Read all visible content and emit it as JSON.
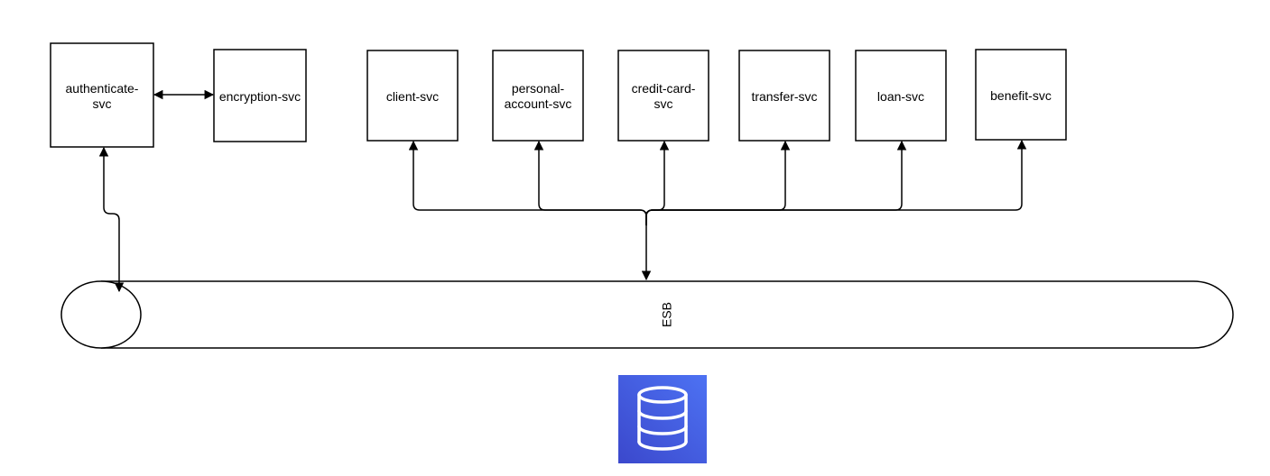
{
  "diagram": {
    "services": {
      "authenticate": {
        "line1": "authenticate-",
        "line2": "svc"
      },
      "encryption": {
        "label": "encryption-svc"
      },
      "client": {
        "label": "client-svc"
      },
      "personal_account": {
        "line1": "personal-",
        "line2": "account-svc"
      },
      "credit_card": {
        "line1": "credit-card-",
        "line2": "svc"
      },
      "transfer": {
        "label": "transfer-svc"
      },
      "loan": {
        "label": "loan-svc"
      },
      "benefit": {
        "label": "benefit-svc"
      }
    },
    "bus": {
      "label": "ESB"
    },
    "database": {
      "icon": "database-icon",
      "color_top": "#4d72f3",
      "color_bottom": "#3b48cc"
    }
  }
}
